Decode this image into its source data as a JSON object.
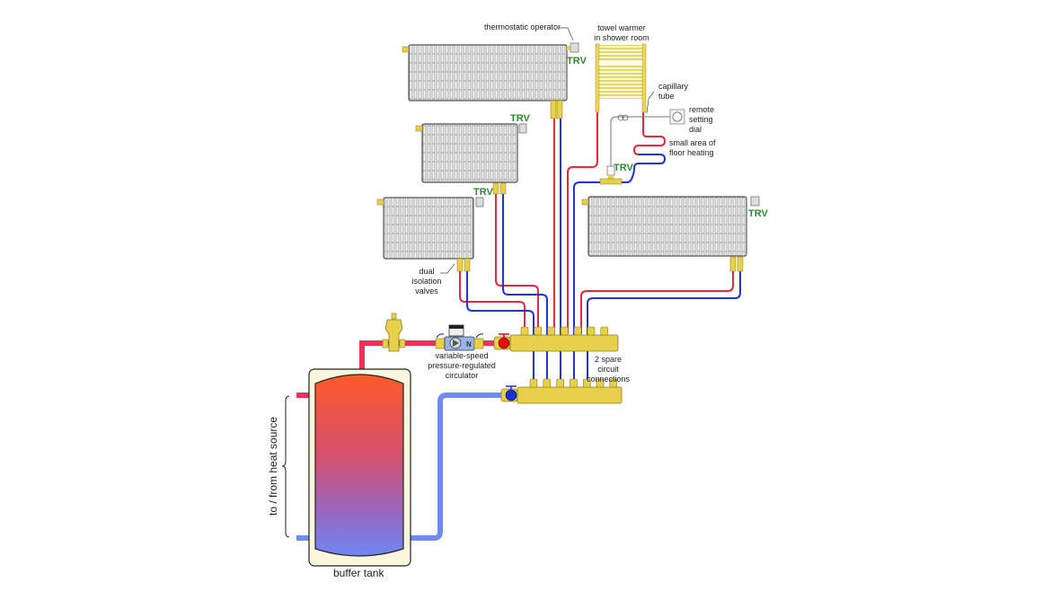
{
  "diagram": {
    "title": "Buffer tank with variable-speed circulator feeding radiator manifold",
    "colors": {
      "supply": "#e8283c",
      "return": "#2233dd",
      "tank_hot": "#ff5a2a",
      "tank_cold": "#6f86f2",
      "brass": "#e8d14a",
      "trv_green": "#2e8b2e",
      "tank_jacket": "#fbf7dc",
      "radiator": "#f4f4f4"
    },
    "labels": {
      "thermostatic_operator": "thermostatic operator",
      "towel_warmer": [
        "towel warmer",
        "in shower room"
      ],
      "capillary_tube": [
        "capillary",
        "tube"
      ],
      "remote_setting_dial": [
        "remote",
        "setting",
        "dial"
      ],
      "floor_heating": [
        "small area of",
        "floor heating"
      ],
      "dual_isolation_valves": [
        "dual",
        "isolation",
        "valves"
      ],
      "circulator": [
        "variable-speed",
        "pressure-regulated",
        "circulator"
      ],
      "spare_connections": [
        "2 spare",
        "circuit",
        "connections"
      ],
      "buffer_tank": "buffer tank",
      "heat_source": "to / from heat source",
      "trv": "TRV"
    },
    "radiators": [
      {
        "name": "radiator-top",
        "trv": true
      },
      {
        "name": "radiator-middle",
        "trv": true
      },
      {
        "name": "radiator-lower-left",
        "trv": true
      },
      {
        "name": "radiator-right",
        "trv": true
      }
    ],
    "manifold": {
      "supply_connections": 7,
      "return_connections": 7,
      "active_circuits": 5,
      "spare_circuits": 2
    }
  }
}
